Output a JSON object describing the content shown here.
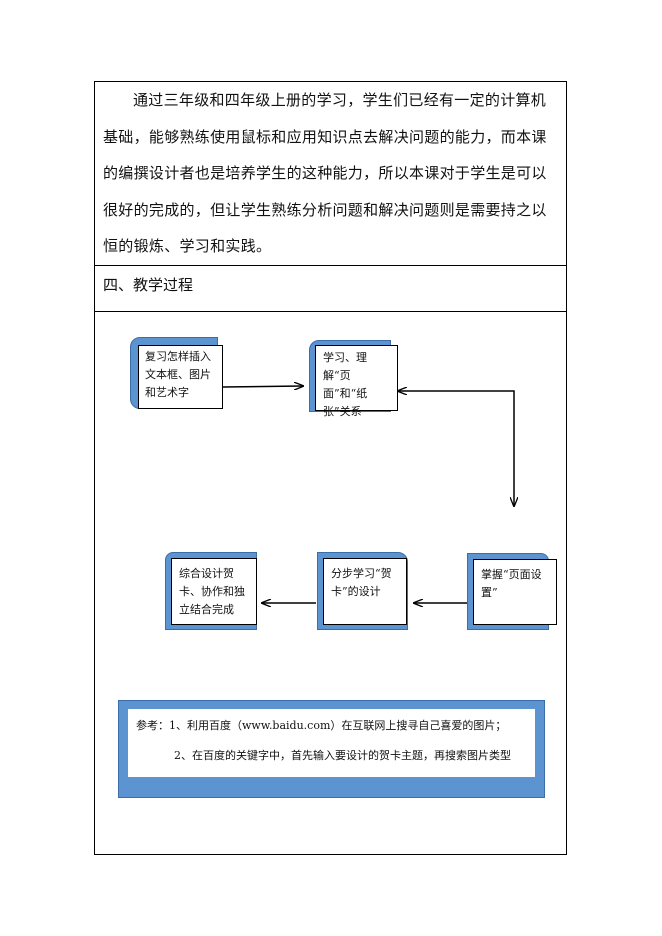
{
  "paragraph": "通过三年级和四年级上册的学习，学生们已经有一定的计算机基础，能够熟练使用鼠标和应用知识点去解决问题的能力，而本课的编撰设计者也是培养学生的这种能力，所以本课对于学生是可以很好的完成的，但让学生熟练分析问题和解决问题则是需要持之以恒的锻炼、学习和实践。",
  "section_title": "四、教学过程",
  "flow": {
    "box1": "复习怎样插入文本框、图片和艺术字",
    "box2": "学习、理解“页面”和“纸张”关系",
    "box3": "掌握“页面设置”",
    "box4": "分步学习“贺卡”的设计",
    "box5": "综合设计贺卡、协作和独立结合完成"
  },
  "note": {
    "line1": "参考：1、利用百度（www.baidu.com）在互联网上搜寻自己喜爱的图片；",
    "line2": "2、在百度的关键字中，首先输入要设计的贺卡主题，再搜索图片类型"
  }
}
